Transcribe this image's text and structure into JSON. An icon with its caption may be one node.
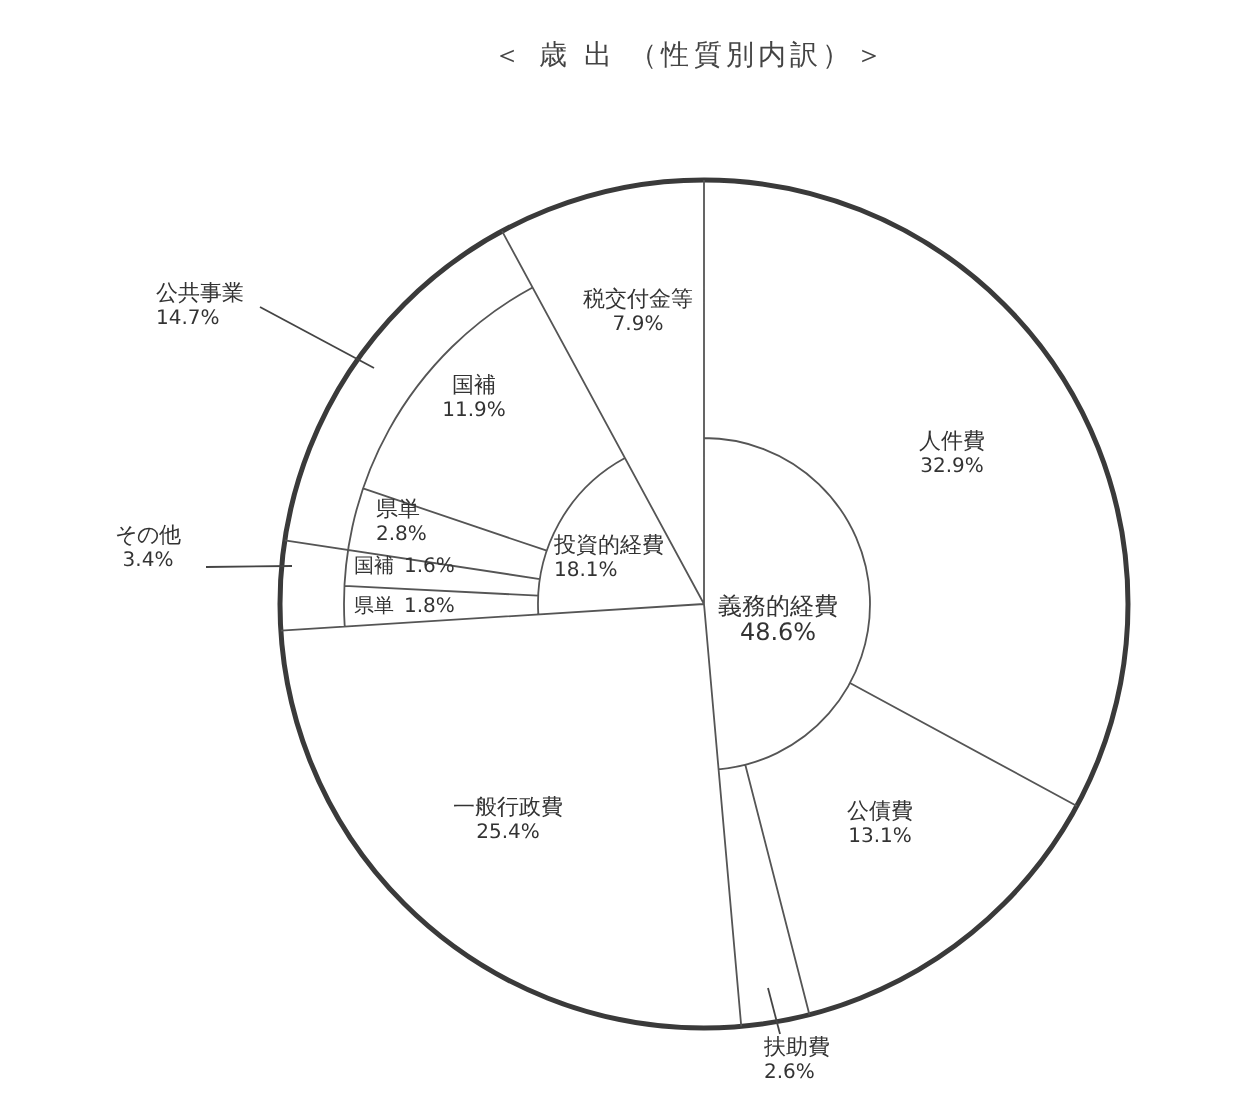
{
  "diagram": {
    "title": "＜ 歳 出 （性質別内訳）＞",
    "nodes": [
      {
        "text": [
          "公共事業",
          "14.7%"
        ]
      },
      {
        "text": [
          "税交付金等",
          "7.9%"
        ]
      },
      {
        "text": [
          "国補",
          "11.9%"
        ]
      },
      {
        "text": [
          "人件費",
          "32.9%"
        ]
      },
      {
        "text": [
          "県単",
          "2.8%"
        ]
      },
      {
        "text": [
          "投資的経費",
          "18.1%"
        ]
      },
      {
        "text": [
          "その他",
          "3.4%"
        ]
      },
      {
        "text": [
          "国補",
          "1.6%"
        ]
      },
      {
        "text": [
          "県単",
          "1.8%"
        ]
      },
      {
        "text": [
          "義務的経費",
          "48.6%"
        ]
      },
      {
        "text": [
          "一般行政費",
          "25.4%"
        ]
      },
      {
        "text": [
          "公債費",
          "13.1%"
        ]
      },
      {
        "text": [
          "扶助費",
          "2.6%"
        ]
      }
    ],
    "edges": [
      {
        "from": 0,
        "to": null,
        "arrow": "none"
      },
      {
        "from": 6,
        "to": null,
        "arrow": "none"
      },
      {
        "from": 12,
        "to": null,
        "arrow": "none"
      }
    ]
  }
}
